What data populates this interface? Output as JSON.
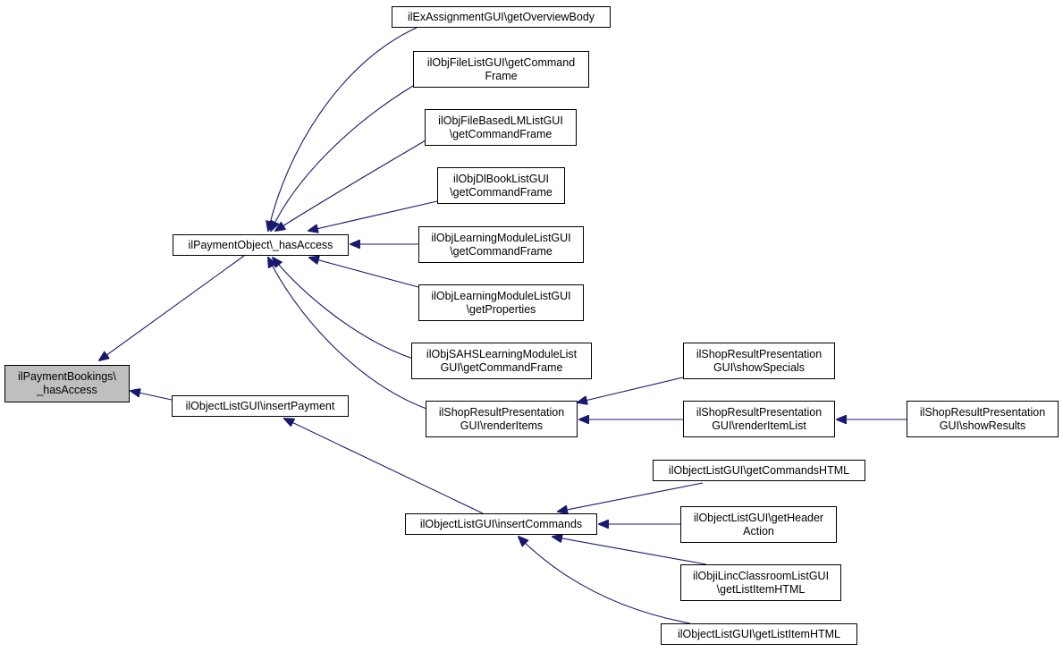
{
  "colors": {
    "edge": "#191970",
    "root_fill": "#bfbfbf",
    "node_fill": "#ffffff",
    "node_border": "#000000"
  },
  "nodes": [
    {
      "id": "n0",
      "lines": [
        "ilPaymentBookings\\",
        "_hasAccess"
      ],
      "root": true
    },
    {
      "id": "n1",
      "lines": [
        "ilPaymentObject\\_hasAccess"
      ]
    },
    {
      "id": "n2",
      "lines": [
        "ilObjectListGUI\\insertPayment"
      ]
    },
    {
      "id": "n3",
      "lines": [
        "ilExAssignmentGUI\\getOverviewBody"
      ]
    },
    {
      "id": "n4",
      "lines": [
        "ilObjFileListGUI\\getCommand",
        "Frame"
      ]
    },
    {
      "id": "n5",
      "lines": [
        "ilObjFileBasedLMListGUI",
        "\\getCommandFrame"
      ]
    },
    {
      "id": "n6",
      "lines": [
        "ilObjDlBookListGUI",
        "\\getCommandFrame"
      ]
    },
    {
      "id": "n7",
      "lines": [
        "ilObjLearningModuleListGUI",
        "\\getCommandFrame"
      ]
    },
    {
      "id": "n8",
      "lines": [
        "ilObjLearningModuleListGUI",
        "\\getProperties"
      ]
    },
    {
      "id": "n9",
      "lines": [
        "ilObjSAHSLearningModuleList",
        "GUI\\getCommandFrame"
      ]
    },
    {
      "id": "n10",
      "lines": [
        "ilShopResultPresentation",
        "GUI\\renderItems"
      ]
    },
    {
      "id": "n11",
      "lines": [
        "ilShopResultPresentation",
        "GUI\\showSpecials"
      ]
    },
    {
      "id": "n12",
      "lines": [
        "ilShopResultPresentation",
        "GUI\\renderItemList"
      ]
    },
    {
      "id": "n13",
      "lines": [
        "ilShopResultPresentation",
        "GUI\\showResults"
      ]
    },
    {
      "id": "n14",
      "lines": [
        "ilObjectListGUI\\insertCommands"
      ]
    },
    {
      "id": "n15",
      "lines": [
        "ilObjectListGUI\\getCommandsHTML"
      ]
    },
    {
      "id": "n16",
      "lines": [
        "ilObjectListGUI\\getHeader",
        "Action"
      ]
    },
    {
      "id": "n17",
      "lines": [
        "ilObjiLincClassroomListGUI",
        "\\getListItemHTML"
      ]
    },
    {
      "id": "n18",
      "lines": [
        "ilObjectListGUI\\getListItemHTML"
      ]
    }
  ],
  "edges": [
    {
      "from": "n1",
      "to": "n0"
    },
    {
      "from": "n2",
      "to": "n0"
    },
    {
      "from": "n3",
      "to": "n1"
    },
    {
      "from": "n4",
      "to": "n1"
    },
    {
      "from": "n5",
      "to": "n1"
    },
    {
      "from": "n6",
      "to": "n1"
    },
    {
      "from": "n7",
      "to": "n1"
    },
    {
      "from": "n8",
      "to": "n1"
    },
    {
      "from": "n9",
      "to": "n1"
    },
    {
      "from": "n10",
      "to": "n1"
    },
    {
      "from": "n11",
      "to": "n10"
    },
    {
      "from": "n12",
      "to": "n10"
    },
    {
      "from": "n13",
      "to": "n12"
    },
    {
      "from": "n14",
      "to": "n2"
    },
    {
      "from": "n15",
      "to": "n14"
    },
    {
      "from": "n16",
      "to": "n14"
    },
    {
      "from": "n17",
      "to": "n14"
    },
    {
      "from": "n18",
      "to": "n14"
    }
  ]
}
